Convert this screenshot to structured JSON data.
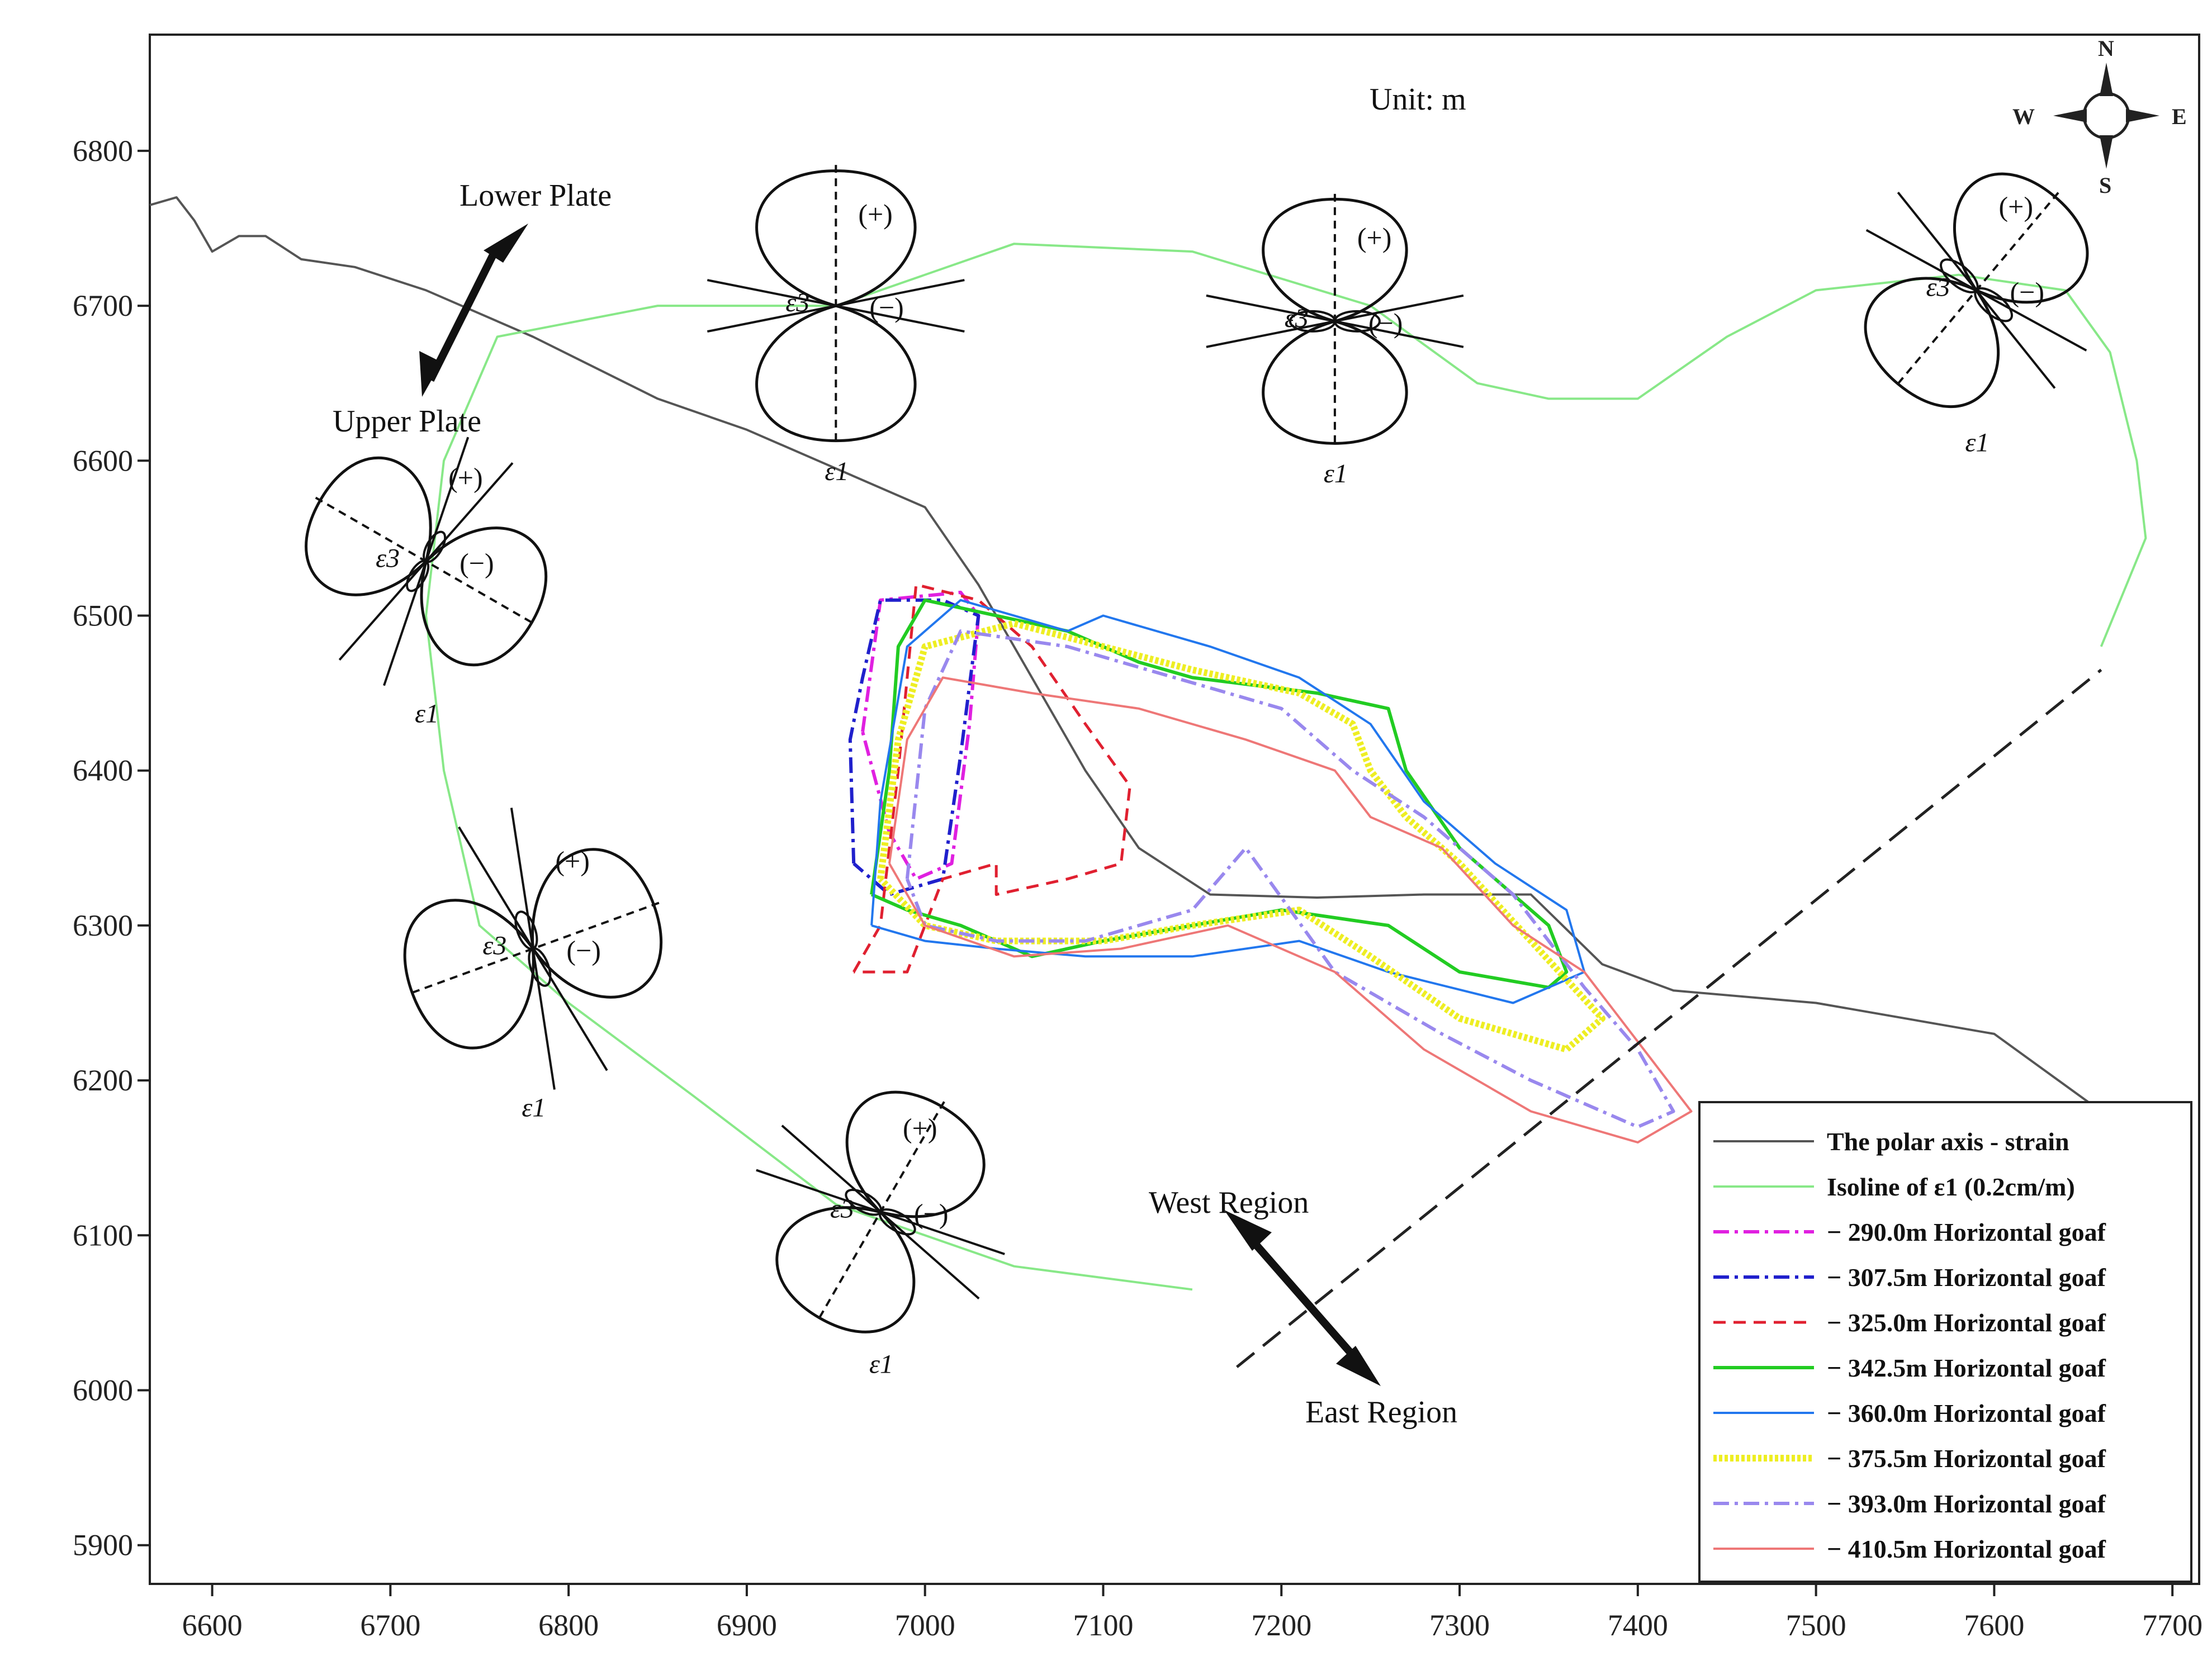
{
  "chart_data": {
    "type": "line",
    "unit_label": "Unit: m",
    "xlim": [
      6565,
      7715
    ],
    "ylim": [
      5875,
      6875
    ],
    "x_ticks": [
      6600,
      6700,
      6800,
      6900,
      7000,
      7100,
      7200,
      7300,
      7400,
      7500,
      7600,
      7700
    ],
    "y_ticks": [
      5900,
      6000,
      6100,
      6200,
      6300,
      6400,
      6500,
      6600,
      6700,
      6800
    ],
    "annotations": {
      "lower_plate": "Lower Plate",
      "upper_plate": "Upper Plate",
      "west_region": "West Region",
      "east_region": "East Region",
      "plus": "(+)",
      "minus": "(−)",
      "eps1": "ε1",
      "eps3": "ε3"
    },
    "compass": {
      "n": "N",
      "s": "S",
      "e": "E",
      "w": "W"
    },
    "legend": [
      {
        "label": "The polar axis - strain",
        "color": "#555555",
        "style": "solid"
      },
      {
        "label": "Isoline of ε1 (0.2cm/m)",
        "color": "#88e888",
        "style": "solid"
      },
      {
        "label": "− 290.0m Horizontal goaf",
        "color": "#e020e0",
        "style": "dashdot"
      },
      {
        "label": "− 307.5m Horizontal goaf",
        "color": "#2020cc",
        "style": "dashdot"
      },
      {
        "label": "− 325.0m Horizontal goaf",
        "color": "#e02030",
        "style": "dashed"
      },
      {
        "label": "− 342.5m Horizontal goaf",
        "color": "#22cc22",
        "style": "zigzag"
      },
      {
        "label": "− 360.0m Horizontal goaf",
        "color": "#2277ee",
        "style": "solid"
      },
      {
        "label": "− 375.5m Horizontal goaf",
        "color": "#eeee22",
        "style": "thick"
      },
      {
        "label": "− 393.0m Horizontal goaf",
        "color": "#9988ee",
        "style": "dashdot"
      },
      {
        "label": "− 410.5m Horizontal goaf",
        "color": "#ee7777",
        "style": "solid-marker"
      }
    ],
    "series": [
      {
        "name": "The polar axis - strain",
        "points": [
          [
            6565,
            6765
          ],
          [
            6580,
            6770
          ],
          [
            6590,
            6755
          ],
          [
            6600,
            6735
          ],
          [
            6615,
            6745
          ],
          [
            6630,
            6745
          ],
          [
            6650,
            6730
          ],
          [
            6680,
            6725
          ],
          [
            6720,
            6710
          ],
          [
            6780,
            6680
          ],
          [
            6850,
            6640
          ],
          [
            6900,
            6620
          ],
          [
            6950,
            6595
          ],
          [
            7000,
            6570
          ],
          [
            7030,
            6520
          ],
          [
            7060,
            6460
          ],
          [
            7090,
            6400
          ],
          [
            7120,
            6350
          ],
          [
            7160,
            6320
          ],
          [
            7220,
            6318
          ],
          [
            7280,
            6320
          ],
          [
            7340,
            6320
          ],
          [
            7380,
            6275
          ],
          [
            7420,
            6258
          ],
          [
            7500,
            6250
          ],
          [
            7600,
            6230
          ],
          [
            7660,
            6180
          ]
        ]
      },
      {
        "name": "Isoline of ε1 (0.2cm/m)",
        "points": [
          [
            7150,
            6065
          ],
          [
            7050,
            6080
          ],
          [
            6950,
            6120
          ],
          [
            6870,
            6190
          ],
          [
            6800,
            6250
          ],
          [
            6750,
            6300
          ],
          [
            6730,
            6400
          ],
          [
            6720,
            6500
          ],
          [
            6730,
            6600
          ],
          [
            6760,
            6680
          ],
          [
            6850,
            6700
          ],
          [
            6950,
            6700
          ],
          [
            7050,
            6740
          ],
          [
            7150,
            6735
          ],
          [
            7250,
            6700
          ],
          [
            7310,
            6650
          ],
          [
            7350,
            6640
          ],
          [
            7400,
            6640
          ],
          [
            7450,
            6680
          ],
          [
            7500,
            6710
          ],
          [
            7580,
            6720
          ],
          [
            7640,
            6710
          ],
          [
            7665,
            6670
          ],
          [
            7680,
            6600
          ],
          [
            7685,
            6550
          ],
          [
            7660,
            6480
          ]
        ]
      },
      {
        "name": "− 290.0m Horizontal goaf",
        "points": [
          [
            6965,
            6425
          ],
          [
            6975,
            6510
          ],
          [
            7020,
            6515
          ],
          [
            7030,
            6500
          ],
          [
            7025,
            6430
          ],
          [
            7015,
            6340
          ],
          [
            6995,
            6330
          ],
          [
            6980,
            6360
          ],
          [
            6965,
            6425
          ]
        ]
      },
      {
        "name": "− 307.5m Horizontal goaf",
        "points": [
          [
            6960,
            6340
          ],
          [
            6958,
            6420
          ],
          [
            6965,
            6460
          ],
          [
            6975,
            6510
          ],
          [
            7010,
            6510
          ],
          [
            7030,
            6500
          ],
          [
            7020,
            6410
          ],
          [
            7010,
            6330
          ],
          [
            6980,
            6320
          ],
          [
            6960,
            6340
          ]
        ]
      },
      {
        "name": "− 325.0m Horizontal goaf",
        "points": [
          [
            6960,
            6270
          ],
          [
            6975,
            6300
          ],
          [
            6985,
            6400
          ],
          [
            6995,
            6520
          ],
          [
            7030,
            6510
          ],
          [
            7060,
            6480
          ],
          [
            7090,
            6430
          ],
          [
            7115,
            6390
          ],
          [
            7110,
            6340
          ],
          [
            7080,
            6330
          ],
          [
            7040,
            6320
          ],
          [
            7040,
            6340
          ],
          [
            7010,
            6330
          ],
          [
            6990,
            6270
          ],
          [
            6960,
            6270
          ]
        ]
      },
      {
        "name": "− 342.5m Horizontal goaf",
        "points": [
          [
            6970,
            6320
          ],
          [
            6980,
            6400
          ],
          [
            6985,
            6480
          ],
          [
            7000,
            6510
          ],
          [
            7040,
            6500
          ],
          [
            7080,
            6490
          ],
          [
            7120,
            6470
          ],
          [
            7150,
            6460
          ],
          [
            7220,
            6450
          ],
          [
            7260,
            6440
          ],
          [
            7270,
            6400
          ],
          [
            7300,
            6350
          ],
          [
            7350,
            6300
          ],
          [
            7360,
            6270
          ],
          [
            7350,
            6260
          ],
          [
            7300,
            6270
          ],
          [
            7260,
            6300
          ],
          [
            7200,
            6310
          ],
          [
            7150,
            6300
          ],
          [
            7100,
            6290
          ],
          [
            7060,
            6280
          ],
          [
            7020,
            6300
          ],
          [
            6990,
            6310
          ],
          [
            6970,
            6320
          ]
        ]
      },
      {
        "name": "− 360.0m Horizontal goaf",
        "points": [
          [
            6970,
            6300
          ],
          [
            6975,
            6380
          ],
          [
            6990,
            6480
          ],
          [
            7020,
            6510
          ],
          [
            7080,
            6490
          ],
          [
            7100,
            6500
          ],
          [
            7160,
            6480
          ],
          [
            7210,
            6460
          ],
          [
            7250,
            6430
          ],
          [
            7280,
            6380
          ],
          [
            7320,
            6340
          ],
          [
            7360,
            6310
          ],
          [
            7370,
            6270
          ],
          [
            7330,
            6250
          ],
          [
            7260,
            6270
          ],
          [
            7210,
            6290
          ],
          [
            7150,
            6280
          ],
          [
            7090,
            6280
          ],
          [
            7040,
            6285
          ],
          [
            7000,
            6290
          ],
          [
            6970,
            6300
          ]
        ]
      },
      {
        "name": "− 375.5m Horizontal goaf",
        "points": [
          [
            6975,
            6330
          ],
          [
            6985,
            6420
          ],
          [
            7000,
            6480
          ],
          [
            7050,
            6495
          ],
          [
            7100,
            6480
          ],
          [
            7150,
            6465
          ],
          [
            7210,
            6450
          ],
          [
            7240,
            6430
          ],
          [
            7250,
            6400
          ],
          [
            7270,
            6370
          ],
          [
            7300,
            6340
          ],
          [
            7340,
            6290
          ],
          [
            7380,
            6240
          ],
          [
            7360,
            6220
          ],
          [
            7300,
            6240
          ],
          [
            7250,
            6280
          ],
          [
            7210,
            6310
          ],
          [
            7150,
            6300
          ],
          [
            7100,
            6290
          ],
          [
            7040,
            6290
          ],
          [
            7000,
            6300
          ],
          [
            6975,
            6330
          ]
        ]
      },
      {
        "name": "− 393.0m Horizontal goaf",
        "points": [
          [
            6990,
            6330
          ],
          [
            7000,
            6440
          ],
          [
            7020,
            6490
          ],
          [
            7080,
            6480
          ],
          [
            7140,
            6460
          ],
          [
            7200,
            6440
          ],
          [
            7240,
            6400
          ],
          [
            7280,
            6370
          ],
          [
            7330,
            6320
          ],
          [
            7370,
            6260
          ],
          [
            7400,
            6220
          ],
          [
            7420,
            6180
          ],
          [
            7400,
            6170
          ],
          [
            7340,
            6200
          ],
          [
            7290,
            6230
          ],
          [
            7230,
            6270
          ],
          [
            7180,
            6350
          ],
          [
            7150,
            6310
          ],
          [
            7090,
            6290
          ],
          [
            7040,
            6290
          ],
          [
            7000,
            6300
          ],
          [
            6990,
            6330
          ]
        ]
      },
      {
        "name": "− 410.5m Horizontal goaf",
        "points": [
          [
            6980,
            6340
          ],
          [
            6990,
            6420
          ],
          [
            7010,
            6460
          ],
          [
            7060,
            6450
          ],
          [
            7120,
            6440
          ],
          [
            7180,
            6420
          ],
          [
            7230,
            6400
          ],
          [
            7250,
            6370
          ],
          [
            7290,
            6350
          ],
          [
            7330,
            6300
          ],
          [
            7370,
            6270
          ],
          [
            7410,
            6210
          ],
          [
            7430,
            6180
          ],
          [
            7400,
            6160
          ],
          [
            7340,
            6180
          ],
          [
            7280,
            6220
          ],
          [
            7230,
            6270
          ],
          [
            7170,
            6300
          ],
          [
            7110,
            6285
          ],
          [
            7050,
            6280
          ],
          [
            7000,
            6300
          ],
          [
            6980,
            6340
          ]
        ]
      },
      {
        "name": "divider",
        "points": [
          [
            7175,
            6015
          ],
          [
            7660,
            6465
          ]
        ]
      }
    ]
  }
}
